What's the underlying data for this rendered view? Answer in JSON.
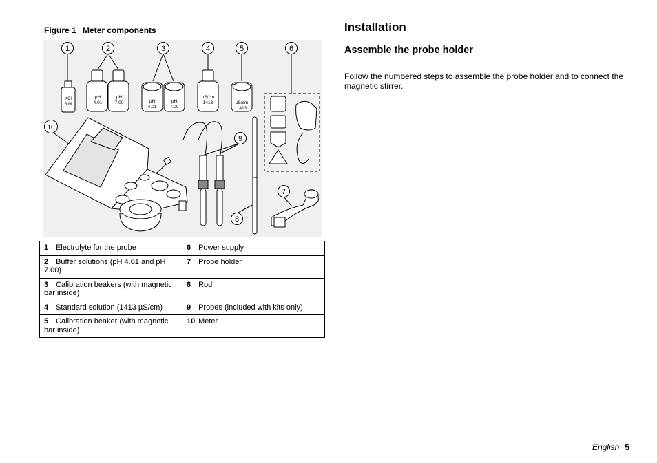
{
  "figure": {
    "caption_label": "Figure 1",
    "caption_title": "Meter components",
    "callouts": [
      "1",
      "2",
      "3",
      "4",
      "5",
      "6",
      "7",
      "8",
      "9",
      "10"
    ],
    "bottle_labels": {
      "kcl": [
        "KCl",
        "3 M"
      ],
      "ph401": [
        "pH",
        "4.01"
      ],
      "ph700": [
        "pH",
        "7.00"
      ],
      "beaker_ph401": [
        "pH",
        "4.01"
      ],
      "beaker_ph700": [
        "pH",
        "7.00"
      ],
      "std": [
        "µS/cm",
        "1413"
      ],
      "beaker_std": [
        "µS/cm",
        "1413"
      ]
    }
  },
  "legend": [
    [
      {
        "num": "1",
        "text": "Electrolyte for the probe"
      },
      {
        "num": "6",
        "text": "Power supply"
      }
    ],
    [
      {
        "num": "2",
        "text": "Buffer solutions (pH 4.01 and pH 7.00)"
      },
      {
        "num": "7",
        "text": "Probe holder"
      }
    ],
    [
      {
        "num": "3",
        "text": "Calibration beakers (with magnetic bar inside)"
      },
      {
        "num": "8",
        "text": "Rod"
      }
    ],
    [
      {
        "num": "4",
        "text": "Standard solution (1413 µS/cm)"
      },
      {
        "num": "9",
        "text": "Probes (included with kits only)"
      }
    ],
    [
      {
        "num": "5",
        "text": "Calibration beaker (with magnetic bar inside)"
      },
      {
        "num": "10",
        "text": "Meter"
      }
    ]
  ],
  "section": {
    "title": "Installation",
    "subtitle": "Assemble the probe holder",
    "body": "Follow the numbered steps to assemble the probe holder and to connect the magnetic stirrer."
  },
  "footer": {
    "language": "English",
    "page": "5"
  }
}
